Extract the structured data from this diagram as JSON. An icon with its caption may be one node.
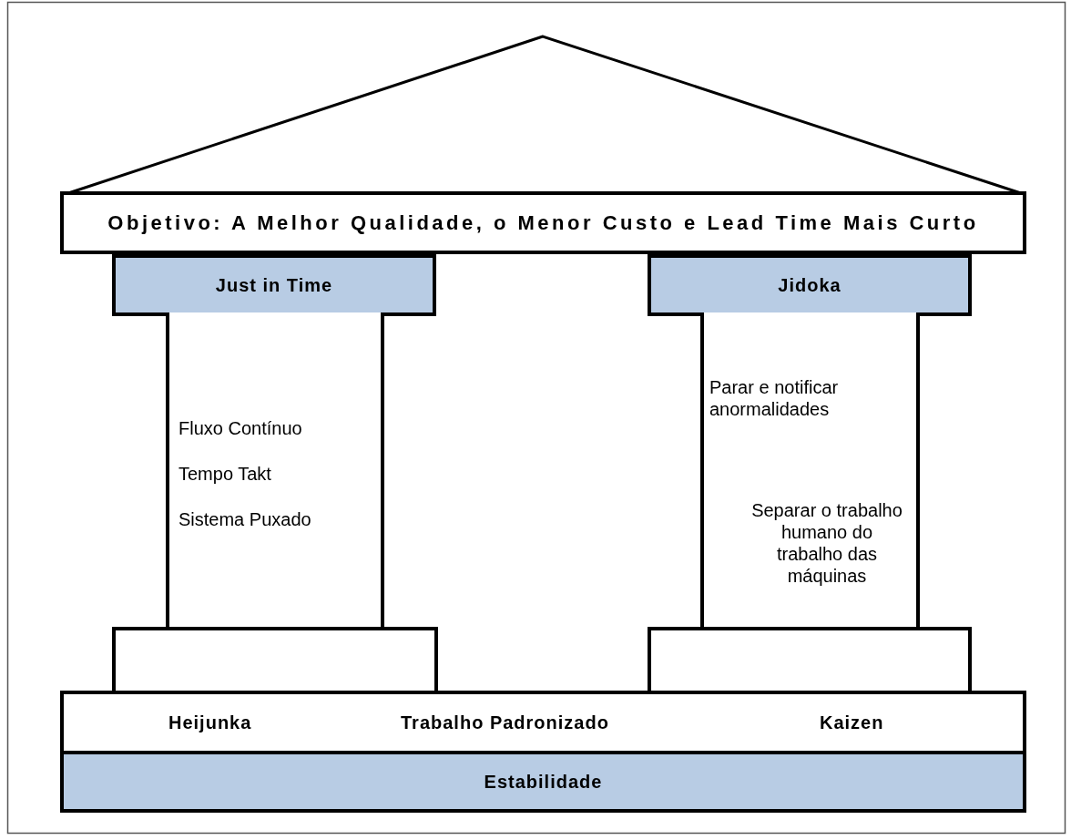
{
  "diagram": {
    "nodes": [
      {
        "text": [
          "Objetivo: A Melhor Qualidade, o Menor Custo e Lead Time Mais Curto"
        ]
      },
      {
        "text": [
          "Just in Time"
        ]
      },
      {
        "text": [
          "Jidoka"
        ]
      },
      {
        "text": [
          "Fluxo Contínuo",
          "Tempo Takt",
          "Sistema Puxado"
        ]
      },
      {
        "text": [
          "Parar e notificar anormalidades",
          "Separar o trabalho humano do trabalho das máquinas"
        ]
      },
      {
        "text": [],
        "shape": "box"
      },
      {
        "text": [],
        "shape": "box"
      },
      {
        "text": [
          "Heijunka",
          "Trabalho Padronizado",
          "Kaizen"
        ]
      },
      {
        "text": [
          "Estabilidade"
        ]
      }
    ]
  }
}
